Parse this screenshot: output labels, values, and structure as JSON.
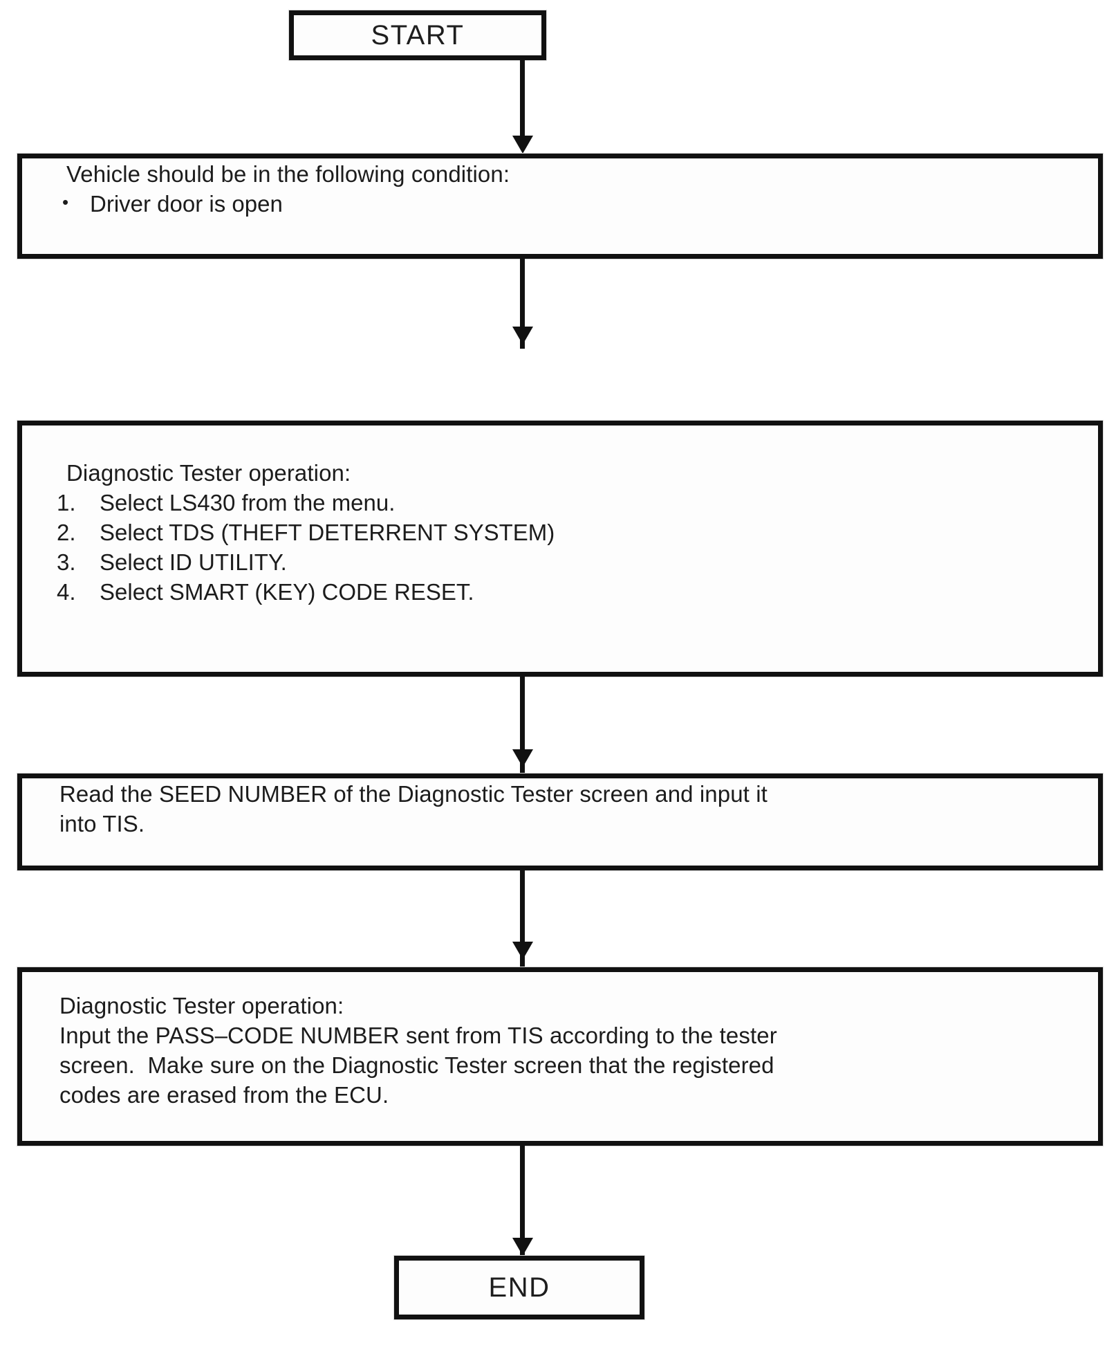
{
  "diagram": {
    "title": "Smart Key Code Reset Procedure",
    "type": "flowchart",
    "orientation": "top-to-bottom",
    "colors": {
      "box_border": "#111111",
      "box_fill": "#ffffff",
      "connector": "#111111",
      "text": "#1c1c1c"
    }
  },
  "nodes": {
    "start": {
      "label": "START",
      "shape": "terminator"
    },
    "condition": {
      "shape": "process",
      "heading": "Vehicle should be in the following condition:",
      "bullets": [
        {
          "mark": "•",
          "text": "Driver door is open"
        }
      ]
    },
    "tester_steps": {
      "shape": "process",
      "heading": "Diagnostic Tester operation:",
      "steps": [
        {
          "mark": "1.",
          "text": "Select LS430 from the menu."
        },
        {
          "mark": "2.",
          "text": "Select TDS (THEFT DETERRENT SYSTEM)"
        },
        {
          "mark": "3.",
          "text": "Select ID UTILITY."
        },
        {
          "mark": "4.",
          "text": "Select SMART (KEY) CODE RESET."
        }
      ]
    },
    "seed_number": {
      "shape": "process",
      "lines": [
        "Read the SEED NUMBER of the Diagnostic Tester screen and input it",
        "into TIS."
      ]
    },
    "pass_code": {
      "shape": "process",
      "heading": "Diagnostic Tester operation:",
      "lines": [
        "Input the PASS–CODE NUMBER sent from TIS according to the tester",
        "screen.  Make sure on the Diagnostic Tester screen that the registered",
        "codes are erased from the ECU."
      ]
    },
    "end": {
      "label": "END",
      "shape": "terminator"
    }
  },
  "connectors": [
    {
      "name": "start-to-condition",
      "from": "start",
      "to": "condition"
    },
    {
      "name": "condition-to-tester-steps",
      "from": "condition",
      "to": "tester_steps"
    },
    {
      "name": "tester-steps-to-seed-number",
      "from": "tester_steps",
      "to": "seed_number"
    },
    {
      "name": "seed-number-to-pass-code",
      "from": "seed_number",
      "to": "pass_code"
    },
    {
      "name": "pass-code-to-end",
      "from": "pass_code",
      "to": "end"
    }
  ]
}
